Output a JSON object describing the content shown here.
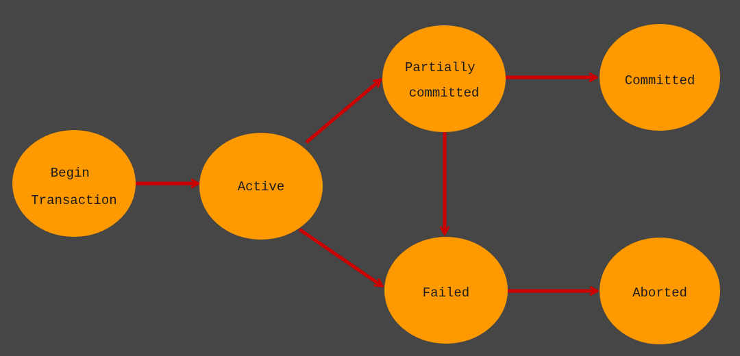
{
  "colors": {
    "background": "#464646",
    "node_fill": "#FF9900",
    "arrow": "#CC0000",
    "text": "#1a1a1a"
  },
  "nodes": {
    "begin": {
      "lines": [
        "Begin",
        "Transaction"
      ]
    },
    "active": {
      "lines": [
        "Active"
      ]
    },
    "partially_committed": {
      "lines": [
        "Partially",
        "committed"
      ]
    },
    "committed": {
      "lines": [
        "Committed"
      ]
    },
    "failed": {
      "lines": [
        "Failed"
      ]
    },
    "aborted": {
      "lines": [
        "Aborted"
      ]
    }
  },
  "edges": [
    {
      "from": "begin",
      "to": "active"
    },
    {
      "from": "active",
      "to": "partially_committed"
    },
    {
      "from": "active",
      "to": "failed"
    },
    {
      "from": "partially_committed",
      "to": "committed"
    },
    {
      "from": "partially_committed",
      "to": "failed"
    },
    {
      "from": "failed",
      "to": "aborted"
    }
  ]
}
